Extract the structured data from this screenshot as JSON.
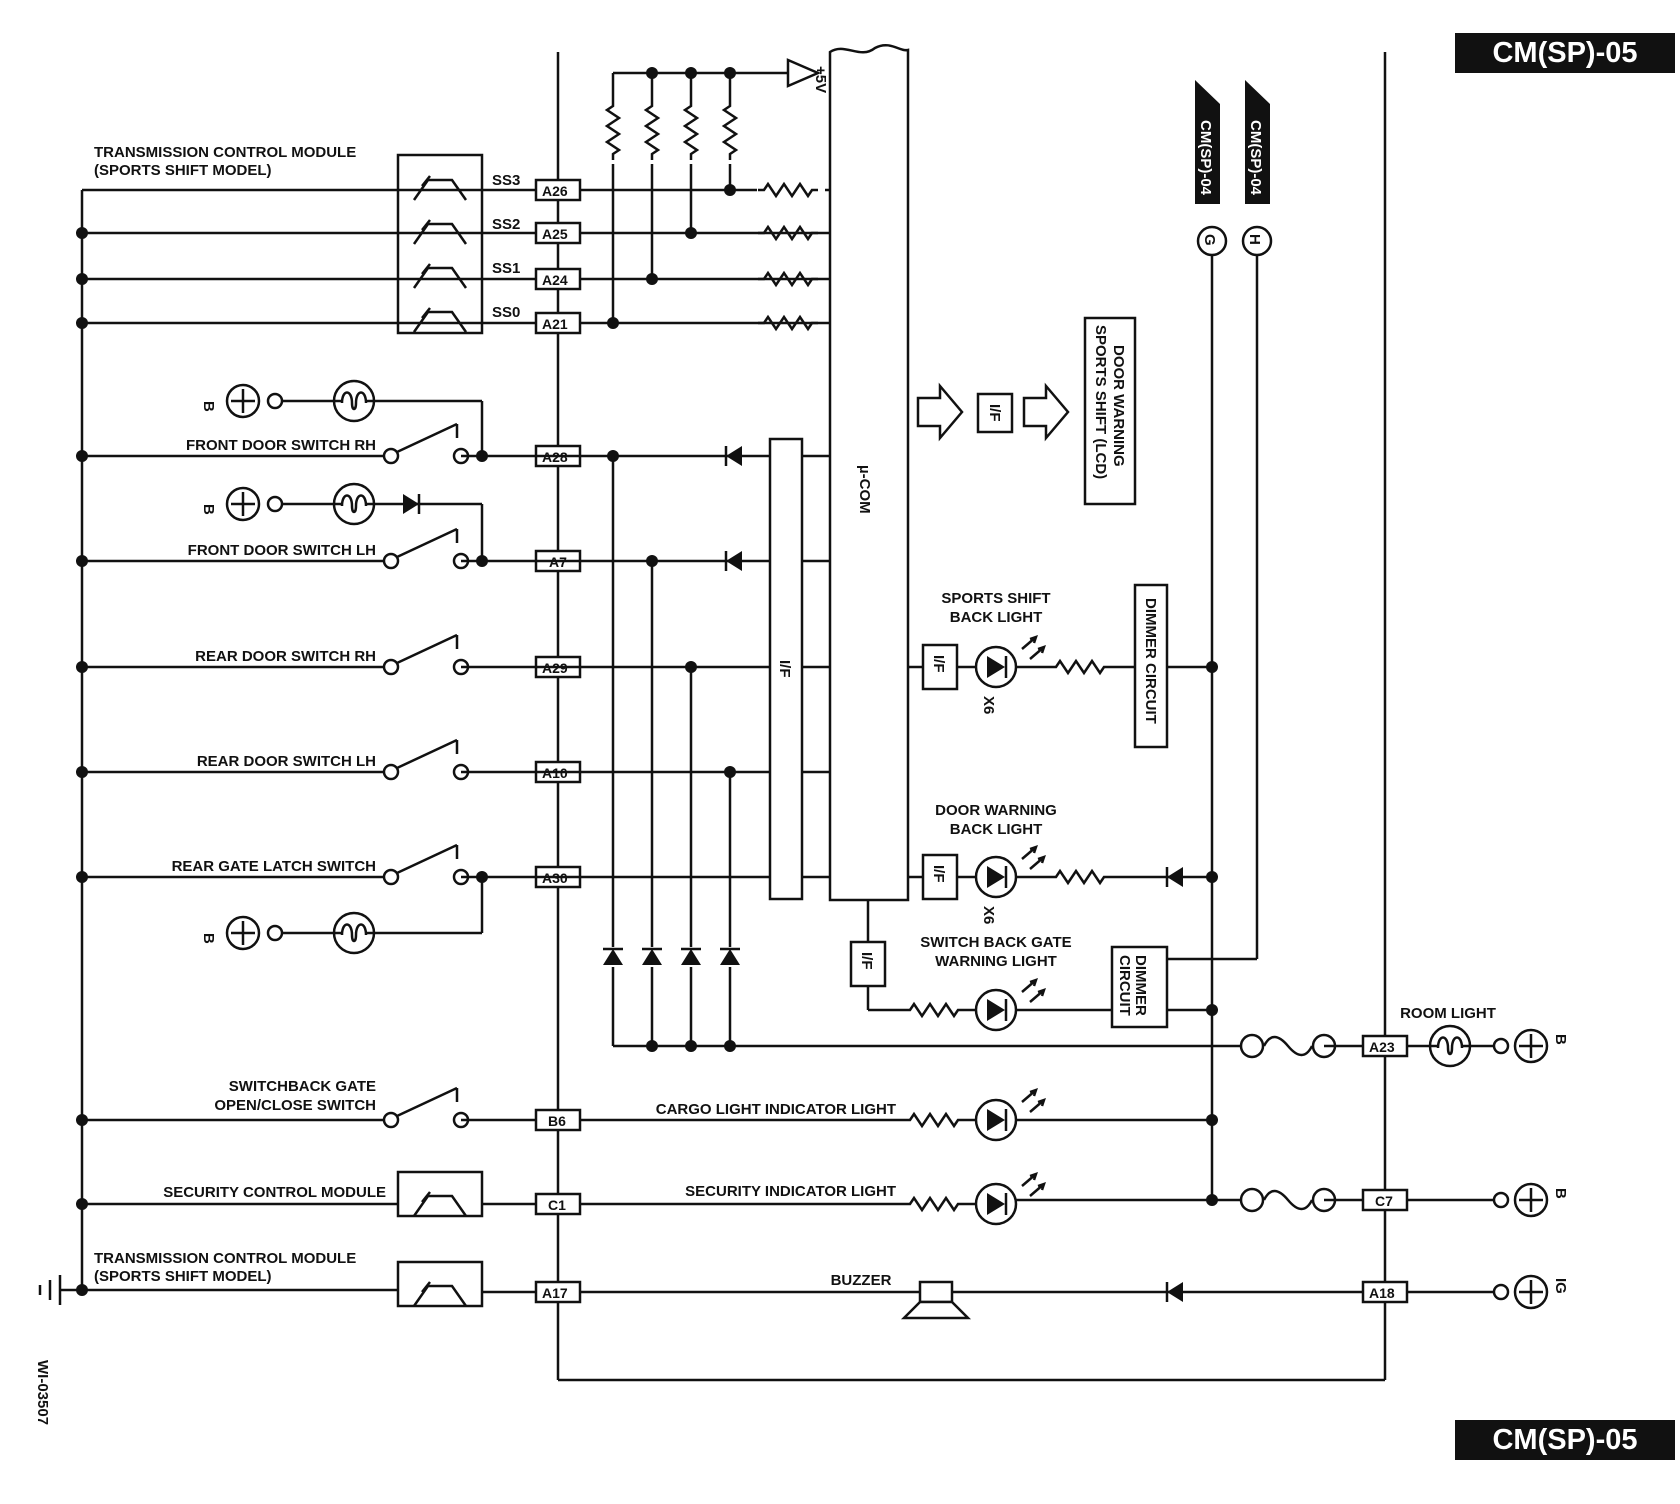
{
  "page_code": "CM(SP)-05",
  "figure_id": "WI-03507",
  "connectors": {
    "g_ref": "CM(SP)-04",
    "g_letter": "G",
    "h_ref": "CM(SP)-04",
    "h_letter": "H"
  },
  "components": {
    "tcm_title1": "TRANSMISSION CONTROL MODULE",
    "tcm_title2": "(SPORTS SHIFT MODEL)",
    "front_door_rh": "FRONT DOOR SWITCH RH",
    "front_door_lh": "FRONT DOOR SWITCH LH",
    "rear_door_rh": "REAR DOOR SWITCH RH",
    "rear_door_lh": "REAR DOOR SWITCH LH",
    "rear_gate_latch": "REAR GATE LATCH SWITCH",
    "switchback1": "SWITCHBACK GATE",
    "switchback2": "OPEN/CLOSE SWITCH",
    "security_module": "SECURITY CONTROL MODULE",
    "tcm2_title1": "TRANSMISSION CONTROL MODULE",
    "tcm2_title2": "(SPORTS SHIFT MODEL)",
    "sports_backlight1": "SPORTS SHIFT",
    "sports_backlight2": "BACK LIGHT",
    "door_warn_backlight1": "DOOR WARNING",
    "door_warn_backlight2": "BACK LIGHT",
    "switch_back_gate1": "SWITCH BACK GATE",
    "switch_back_gate2": "WARNING LIGHT",
    "room_light": "ROOM LIGHT",
    "cargo_light": "CARGO LIGHT INDICATOR LIGHT",
    "security_light": "SECURITY INDICATOR LIGHT",
    "buzzer": "BUZZER",
    "lcd1": "DOOR WARNING",
    "lcd2": "SPORTS SHIFT (LCD)",
    "dimmer_long": "DIMMER CIRCUIT",
    "dimmer_short1": "DIMMER",
    "dimmer_short2": "CIRCUIT",
    "ucom": "µ-COM",
    "if_label": "I/F",
    "supply_5v": "+5V",
    "x6": "X6",
    "batt": "B",
    "ign": "IG"
  },
  "signals": {
    "ss3": "SS3",
    "ss2": "SS2",
    "ss1": "SS1",
    "ss0": "SS0"
  },
  "pins": {
    "a26": "A26",
    "a25": "A25",
    "a24": "A24",
    "a21": "A21",
    "a28": "A28",
    "a7": "A7",
    "a29": "A29",
    "a10": "A10",
    "a30": "A30",
    "b6": "B6",
    "c1": "C1",
    "a17": "A17",
    "a23": "A23",
    "c7": "C7",
    "a18": "A18"
  }
}
